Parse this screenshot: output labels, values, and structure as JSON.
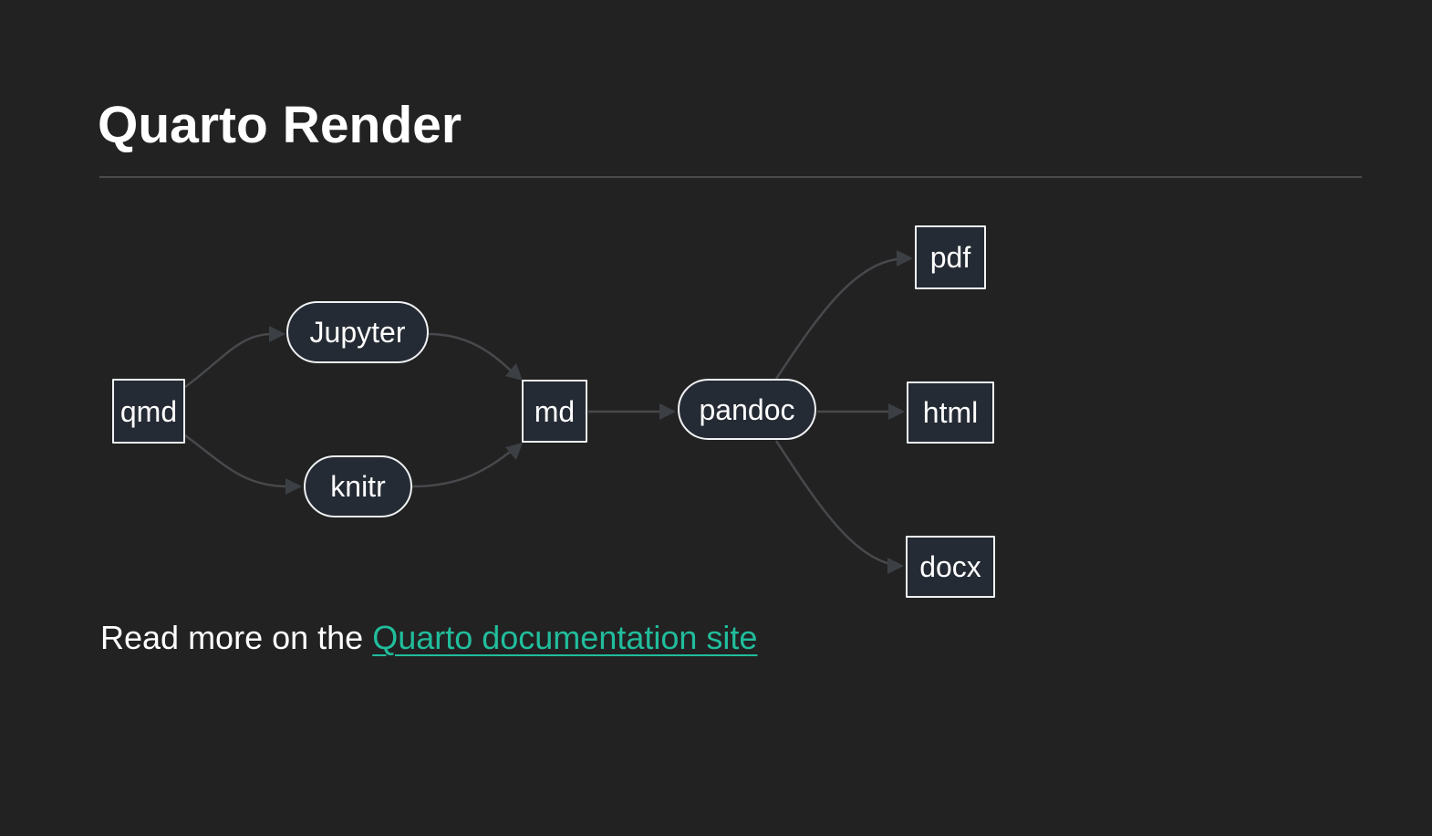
{
  "page": {
    "title": "Quarto Render"
  },
  "theme": {
    "background": "#222222",
    "text_color": "#ffffff",
    "divider_color": "#4b4b4b",
    "node_fill": "#252b34",
    "node_border": "#f0f2f4",
    "edge_color": "#47494c",
    "arrowhead_color": "#3c4045",
    "link_color": "#21bd9c"
  },
  "diagram": {
    "type": "flowchart",
    "direction": "left-to-right",
    "nodes": [
      {
        "id": "qmd",
        "label": "qmd",
        "shape": "rectangle"
      },
      {
        "id": "jupyter",
        "label": "Jupyter",
        "shape": "stadium"
      },
      {
        "id": "knitr",
        "label": "knitr",
        "shape": "stadium"
      },
      {
        "id": "md",
        "label": "md",
        "shape": "rectangle"
      },
      {
        "id": "pandoc",
        "label": "pandoc",
        "shape": "stadium"
      },
      {
        "id": "pdf",
        "label": "pdf",
        "shape": "rectangle"
      },
      {
        "id": "html",
        "label": "html",
        "shape": "rectangle"
      },
      {
        "id": "docx",
        "label": "docx",
        "shape": "rectangle"
      }
    ],
    "edges": [
      {
        "from": "qmd",
        "to": "Jupyter"
      },
      {
        "from": "qmd",
        "to": "knitr"
      },
      {
        "from": "Jupyter",
        "to": "md"
      },
      {
        "from": "knitr",
        "to": "md"
      },
      {
        "from": "md",
        "to": "pandoc"
      },
      {
        "from": "pandoc",
        "to": "pdf"
      },
      {
        "from": "pandoc",
        "to": "html"
      },
      {
        "from": "pandoc",
        "to": "docx"
      }
    ]
  },
  "footer": {
    "text_before_link": "Read more on the ",
    "link_label": "Quarto documentation site"
  }
}
